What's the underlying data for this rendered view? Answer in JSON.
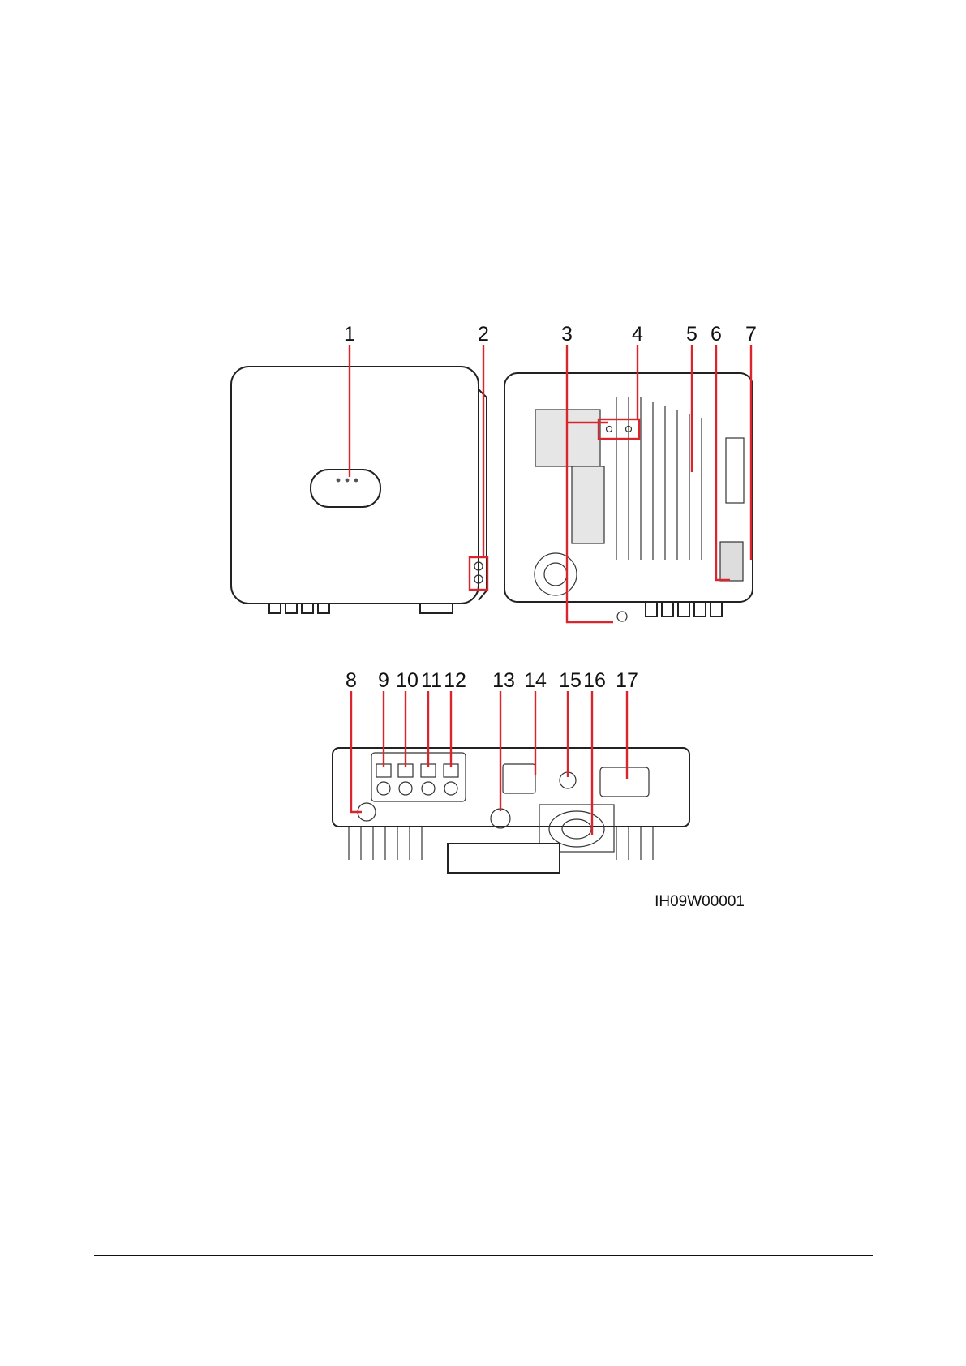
{
  "figure": {
    "top_callouts": [
      "1",
      "2",
      "3",
      "4",
      "5",
      "6",
      "7"
    ],
    "bottom_callouts": [
      "8",
      "9",
      "10",
      "11",
      "12",
      "13",
      "14",
      "15",
      "16",
      "17"
    ],
    "figure_id": "IH09W00001"
  },
  "colors": {
    "callout_highlight": "#d9252b",
    "line_art": "#222222",
    "rule": "#111111"
  }
}
